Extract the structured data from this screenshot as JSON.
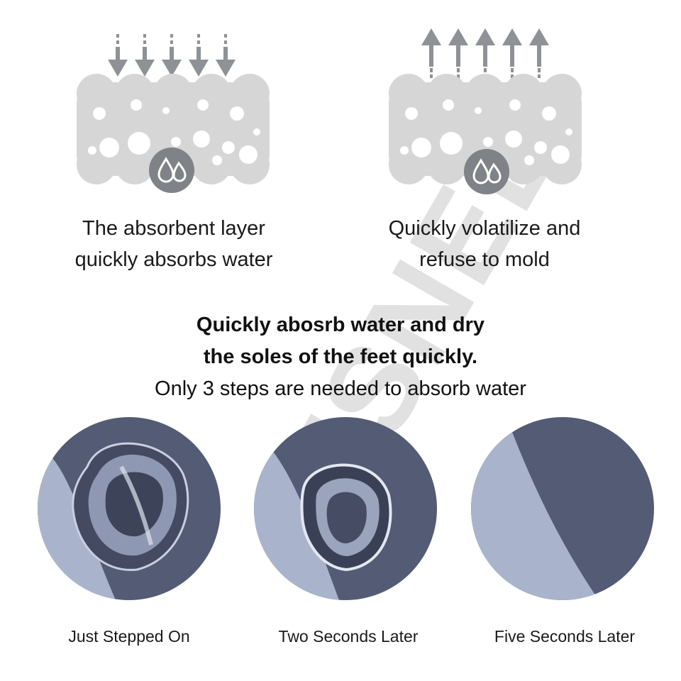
{
  "watermark": "JSNEE",
  "top_left": {
    "caption_line1": "The absorbent layer",
    "caption_line2": "quickly absorbs water",
    "arrow_direction": "down",
    "icon": "water-drops-icon"
  },
  "top_right": {
    "caption_line1": "Quickly volatilize and",
    "caption_line2": "refuse to mold",
    "arrow_direction": "up",
    "icon": "water-drops-icon"
  },
  "headline": {
    "bold_line1": "Quickly abosrb water and dry",
    "bold_line2": "the soles of the feet quickly.",
    "subline": "Only 3 steps are needed to absorb water"
  },
  "steps": [
    {
      "label": "Just Stepped On"
    },
    {
      "label": "Two Seconds Later"
    },
    {
      "label": "Five Seconds Later"
    }
  ],
  "colors": {
    "diagram_gray": "#d6d6d6",
    "arrow_gray": "#8e9296",
    "icon_circle": "#7f8286",
    "mat_light": "#a9b4cc",
    "mat_dark": "#535b75"
  }
}
